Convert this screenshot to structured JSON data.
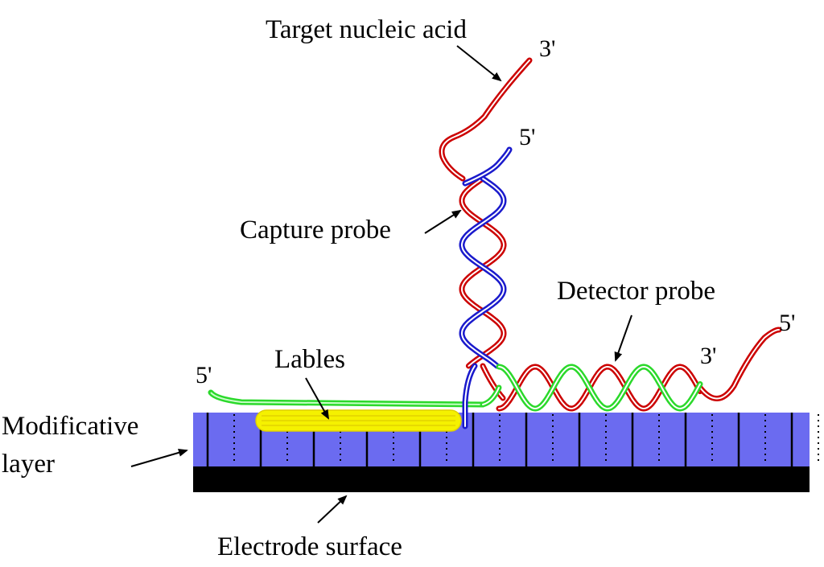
{
  "labels": {
    "target": "Target nucleic acid",
    "capture": "Capture probe",
    "detector": "Detector probe",
    "lables": "Lables",
    "modificative_line1": "Modificative",
    "modificative_line2": "layer",
    "electrode": "Electrode surface"
  },
  "primes": {
    "target_top": "3'",
    "capture_top": "5'",
    "target_right": "5'",
    "detector_end": "3'",
    "detector_left": "5'"
  },
  "colors": {
    "target_strand": "#cc0000",
    "capture_probe": "#1a1acc",
    "detector_probe": "#2bd92b",
    "labels_fill": "#f5f100",
    "modificative_layer": "#6b6bf0",
    "electrode": "#000000"
  }
}
